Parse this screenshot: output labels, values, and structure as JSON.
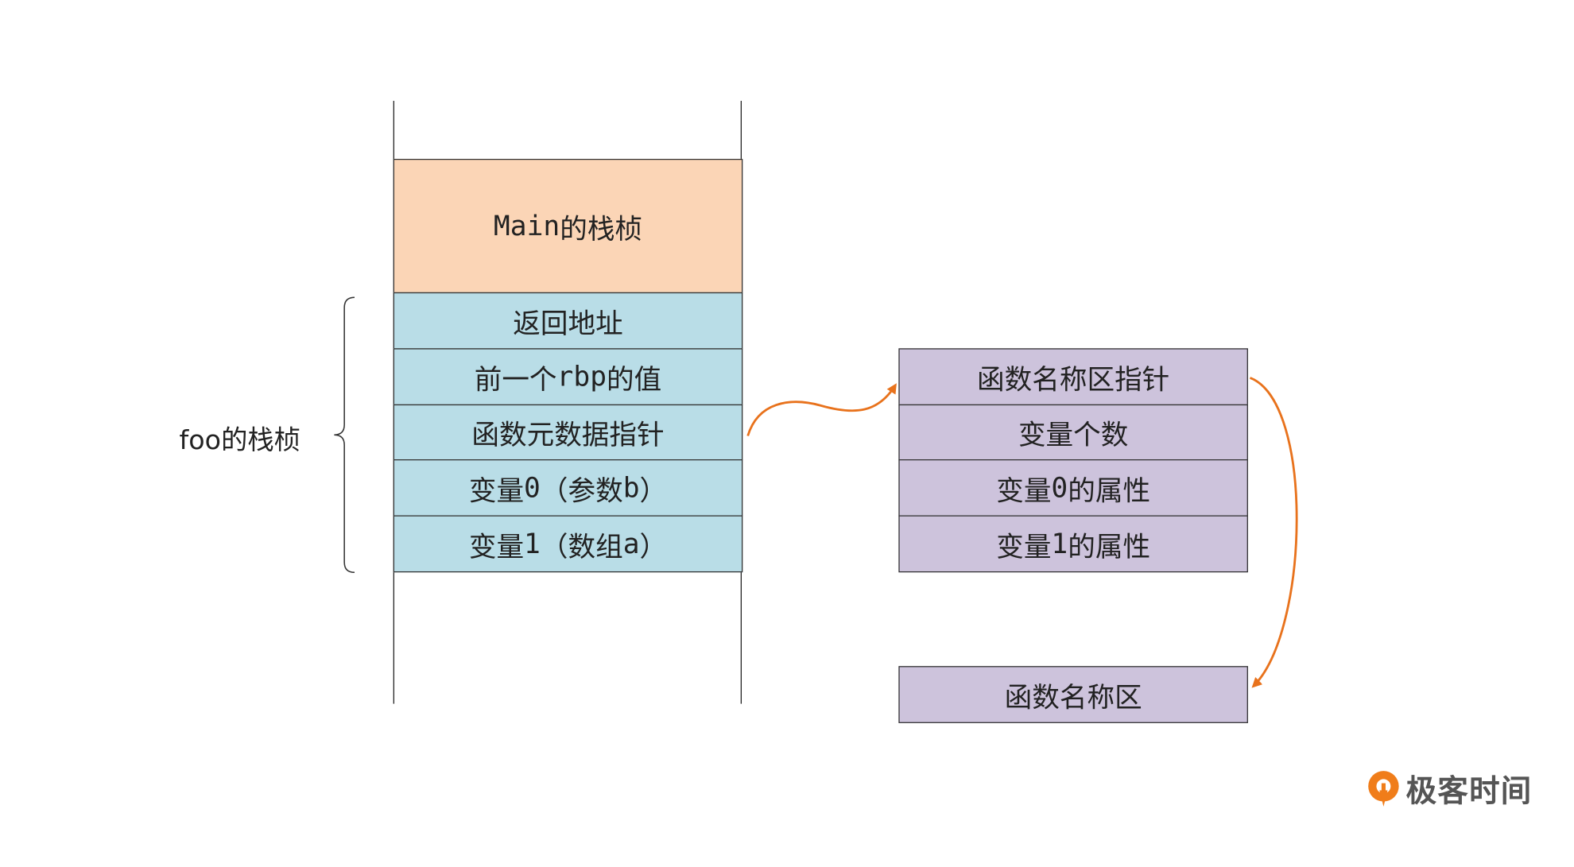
{
  "stack": {
    "main_frame": {
      "code": "Main",
      "text": "的栈桢"
    },
    "foo_label": "foo的栈桢",
    "cells": [
      {
        "text": "返回地址"
      },
      {
        "pre": "前一个",
        "code": "rbp",
        "post": "的值"
      },
      {
        "text": "函数元数据指针"
      },
      {
        "pre": "变量",
        "code": "0",
        "post": "（参数",
        "code2": "b",
        "post2": "）"
      },
      {
        "pre": "变量",
        "code": "1",
        "post": "（数组",
        "code2": "a",
        "post2": "）"
      }
    ]
  },
  "metadata": {
    "cells": [
      {
        "text": "函数名称区指针"
      },
      {
        "text": "变量个数"
      },
      {
        "pre": "变量",
        "code": "0",
        "post": "的属性"
      },
      {
        "pre": "变量",
        "code": "1",
        "post": "的属性"
      }
    ],
    "name_area": "函数名称区"
  },
  "colors": {
    "main_frame": "#fbd5b6",
    "foo_frame": "#b9dde7",
    "metadata": "#cdc3dc",
    "arrow": "#e8721c",
    "logo_accent": "#f07d1a"
  },
  "logo": {
    "text": "极客时间",
    "icon": "geektime-logo-icon"
  }
}
